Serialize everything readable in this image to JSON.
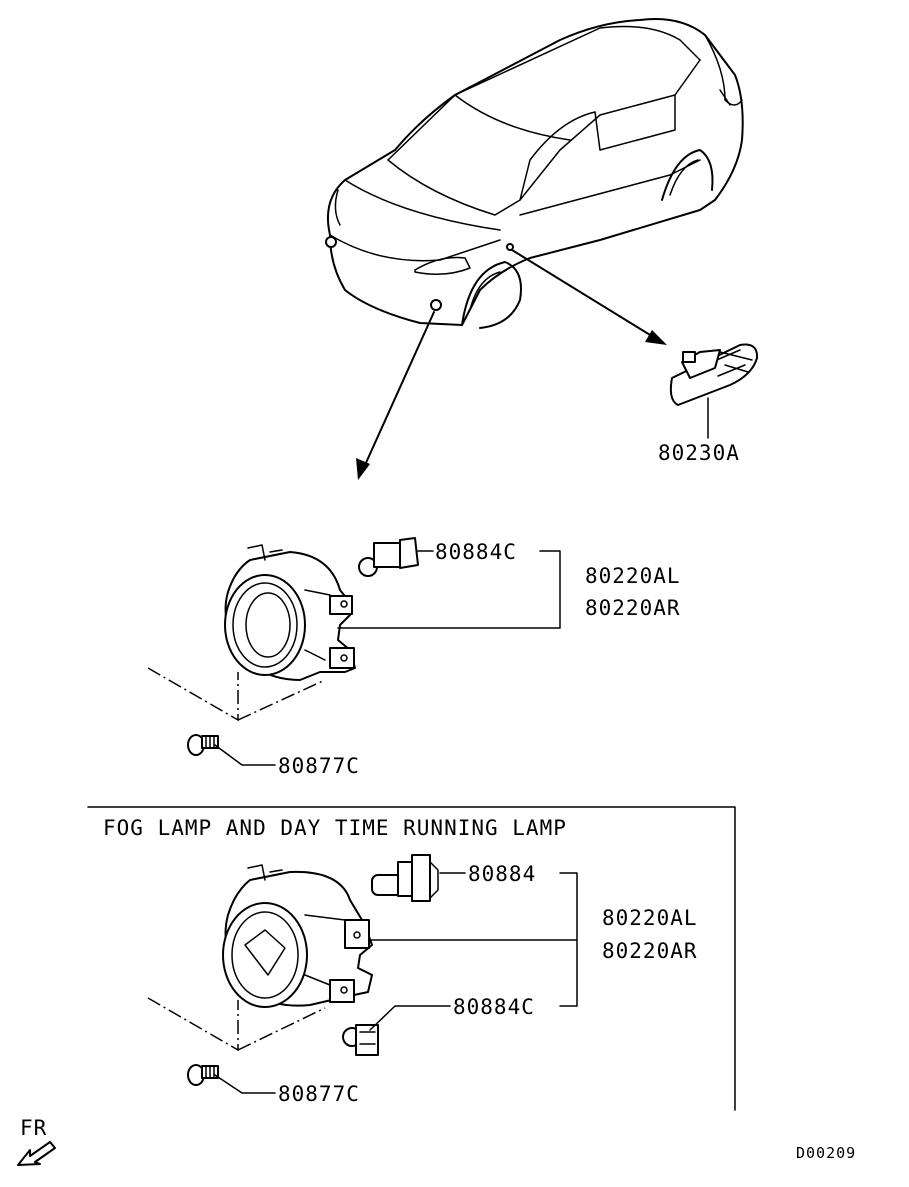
{
  "parts": {
    "side_marker": "80230A",
    "bulb_upper": "80884C",
    "fog_lamp_left_upper": "80220AL",
    "fog_lamp_right_upper": "80220AR",
    "screw_upper": "80877C",
    "bulb_lower_headlight": "80884",
    "fog_lamp_left_lower": "80220AL",
    "fog_lamp_right_lower": "80220AR",
    "bulb_lower_small": "80884C",
    "screw_lower": "80877C"
  },
  "variant_box": {
    "title": "FOG LAMP AND DAY TIME RUNNING LAMP"
  },
  "direction": {
    "label": "FR"
  },
  "diagram_code": "D00209"
}
